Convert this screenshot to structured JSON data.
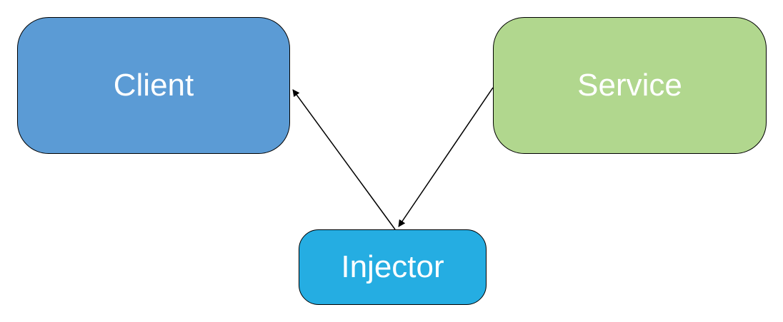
{
  "diagram": {
    "nodes": [
      {
        "id": "client",
        "label": "Client",
        "color": "#5b9bd5"
      },
      {
        "id": "service",
        "label": "Service",
        "color": "#b1d78e"
      },
      {
        "id": "injector",
        "label": "Injector",
        "color": "#25ade2"
      }
    ],
    "edges": [
      {
        "from": "injector",
        "to": "client",
        "arrow": "end"
      },
      {
        "from": "service",
        "to": "injector",
        "arrow": "end"
      }
    ],
    "edge_color": "#000000"
  }
}
